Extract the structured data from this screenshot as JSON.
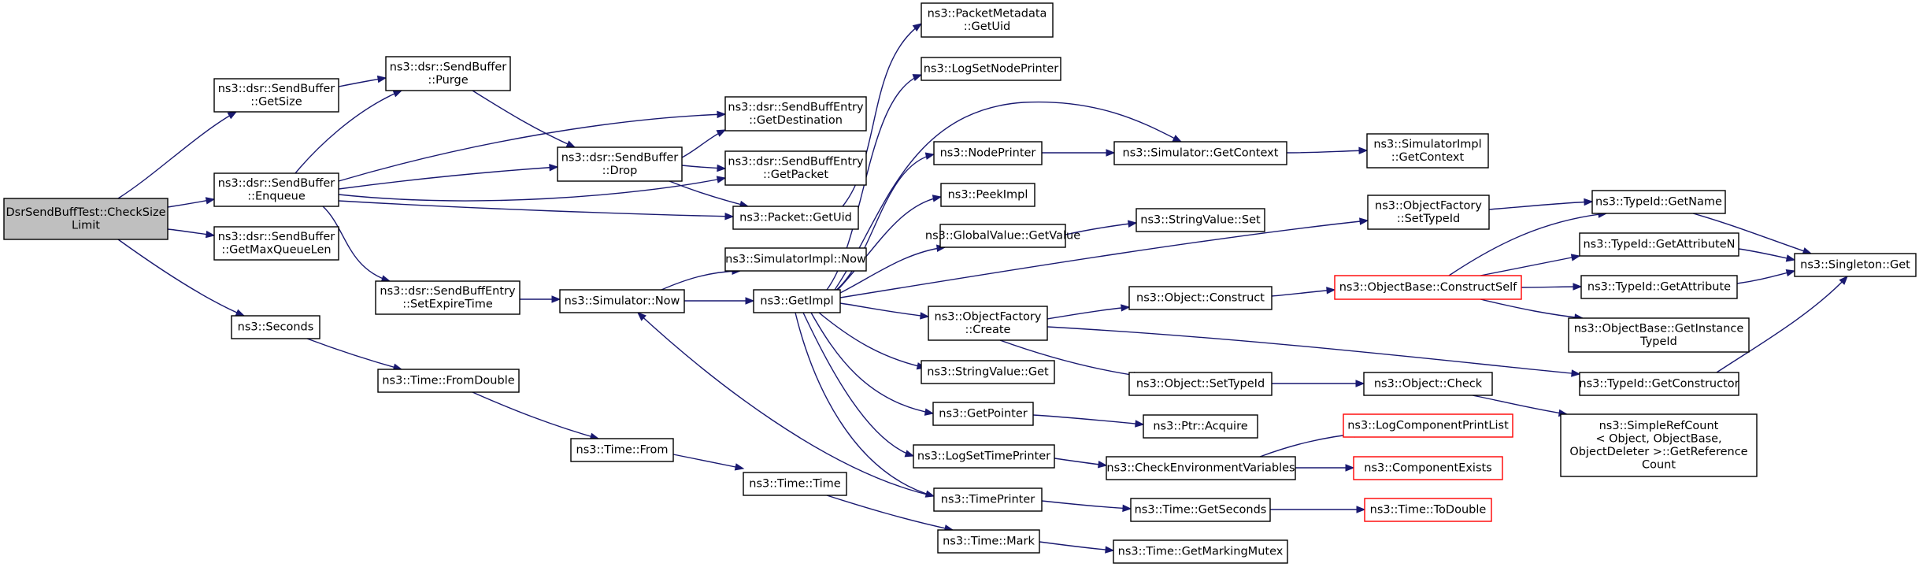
{
  "nodes": {
    "root": {
      "lines": [
        "DsrSendBuffTest::CheckSize",
        "Limit"
      ]
    },
    "getsize": {
      "lines": [
        "ns3::dsr::SendBuffer",
        "::GetSize"
      ]
    },
    "enqueue": {
      "lines": [
        "ns3::dsr::SendBuffer",
        "::Enqueue"
      ]
    },
    "getmaxqueuelen": {
      "lines": [
        "ns3::dsr::SendBuffer",
        "::GetMaxQueueLen"
      ]
    },
    "seconds": {
      "lines": [
        "ns3::Seconds"
      ]
    },
    "purge": {
      "lines": [
        "ns3::dsr::SendBuffer",
        "::Purge"
      ]
    },
    "drop": {
      "lines": [
        "ns3::dsr::SendBuffer",
        "::Drop"
      ]
    },
    "setexpiretime": {
      "lines": [
        "ns3::dsr::SendBuffEntry",
        "::SetExpireTime"
      ]
    },
    "fromdouble": {
      "lines": [
        "ns3::Time::FromDouble"
      ]
    },
    "getdestination": {
      "lines": [
        "ns3::dsr::SendBuffEntry",
        "::GetDestination"
      ]
    },
    "getpacket": {
      "lines": [
        "ns3::dsr::SendBuffEntry",
        "::GetPacket"
      ]
    },
    "packet_getuid": {
      "lines": [
        "ns3::Packet::GetUid"
      ]
    },
    "simimpl_now": {
      "lines": [
        "ns3::SimulatorImpl::Now"
      ]
    },
    "simulator_now": {
      "lines": [
        "ns3::Simulator::Now"
      ]
    },
    "getimpl": {
      "lines": [
        "ns3::GetImpl"
      ]
    },
    "time_from": {
      "lines": [
        "ns3::Time::From"
      ]
    },
    "time_time": {
      "lines": [
        "ns3::Time::Time"
      ]
    },
    "pm_getuid": {
      "lines": [
        "ns3::PacketMetadata",
        "::GetUid"
      ]
    },
    "logsetnodeprinter": {
      "lines": [
        "ns3::LogSetNodePrinter"
      ]
    },
    "nodeprinter": {
      "lines": [
        "ns3::NodePrinter"
      ]
    },
    "peekimpl": {
      "lines": [
        "ns3::PeekImpl"
      ]
    },
    "gv_getvalue": {
      "lines": [
        "ns3::GlobalValue::GetValue"
      ]
    },
    "of_create": {
      "lines": [
        "ns3::ObjectFactory",
        "::Create"
      ]
    },
    "sv_get": {
      "lines": [
        "ns3::StringValue::Get"
      ]
    },
    "getpointer": {
      "lines": [
        "ns3::GetPointer"
      ]
    },
    "logsettimeprinter": {
      "lines": [
        "ns3::LogSetTimePrinter"
      ]
    },
    "timeprinter": {
      "lines": [
        "ns3::TimePrinter"
      ]
    },
    "time_mark": {
      "lines": [
        "ns3::Time::Mark"
      ]
    },
    "sim_getcontext": {
      "lines": [
        "ns3::Simulator::GetContext"
      ]
    },
    "sv_set": {
      "lines": [
        "ns3::StringValue::Set"
      ]
    },
    "obj_construct": {
      "lines": [
        "ns3::Object::Construct"
      ]
    },
    "obj_settypeid": {
      "lines": [
        "ns3::Object::SetTypeId"
      ]
    },
    "ptr_acquire": {
      "lines": [
        "ns3::Ptr::Acquire"
      ]
    },
    "checkenv": {
      "lines": [
        "ns3::CheckEnvironmentVariables"
      ]
    },
    "time_getseconds": {
      "lines": [
        "ns3::Time::GetSeconds"
      ]
    },
    "time_getmarkingmutex": {
      "lines": [
        "ns3::Time::GetMarkingMutex"
      ]
    },
    "simimpl_getcontext": {
      "lines": [
        "ns3::SimulatorImpl",
        "::GetContext"
      ]
    },
    "of_settypeid": {
      "lines": [
        "ns3::ObjectFactory",
        "::SetTypeId"
      ]
    },
    "ob_constructself": {
      "lines": [
        "ns3::ObjectBase::ConstructSelf"
      ]
    },
    "obj_check": {
      "lines": [
        "ns3::Object::Check"
      ]
    },
    "logcomponentprintlist": {
      "lines": [
        "ns3::LogComponentPrintList"
      ]
    },
    "componentexists": {
      "lines": [
        "ns3::ComponentExists"
      ]
    },
    "time_todouble": {
      "lines": [
        "ns3::Time::ToDouble"
      ]
    },
    "typeid_getname": {
      "lines": [
        "ns3::TypeId::GetName"
      ]
    },
    "typeid_getattributen": {
      "lines": [
        "ns3::TypeId::GetAttributeN"
      ]
    },
    "typeid_getattribute": {
      "lines": [
        "ns3::TypeId::GetAttribute"
      ]
    },
    "ob_getinstancetypeid": {
      "lines": [
        "ns3::ObjectBase::GetInstance",
        "TypeId"
      ]
    },
    "typeid_getconstructor": {
      "lines": [
        "ns3::TypeId::GetConstructor"
      ]
    },
    "simplerefcount": {
      "lines": [
        "ns3::SimpleRefCount",
        "< Object, ObjectBase,",
        "ObjectDeleter >::GetReference",
        "Count"
      ]
    },
    "singleton_get": {
      "lines": [
        "ns3::Singleton::Get"
      ]
    }
  },
  "colors": {
    "edge": "#191970",
    "root_fill": "#bfbfbf",
    "truncated_border": "#ff0000"
  }
}
